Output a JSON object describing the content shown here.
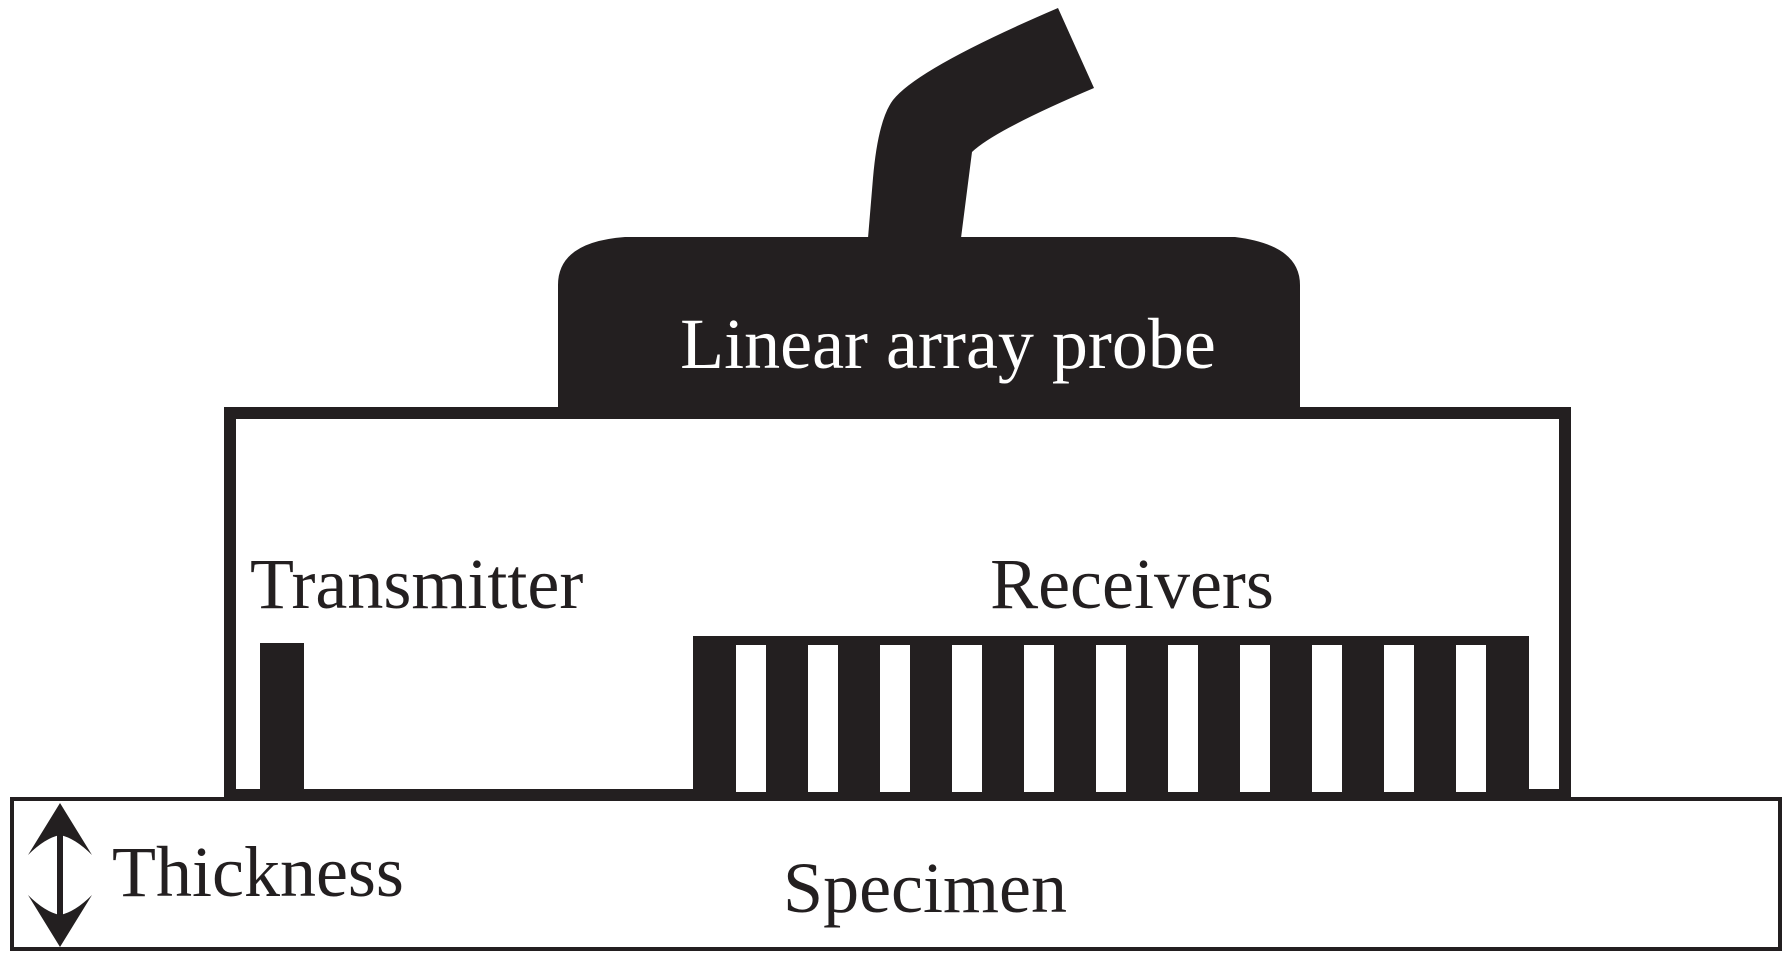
{
  "labels": {
    "probe": "Linear array probe",
    "transmitter": "Transmitter",
    "receivers": "Receivers",
    "thickness": "Thickness",
    "specimen": "Specimen"
  },
  "receivers": {
    "element_count": 11
  },
  "colors": {
    "ink": "#231f20",
    "background": "#ffffff",
    "probe_label": "#ffffff"
  }
}
